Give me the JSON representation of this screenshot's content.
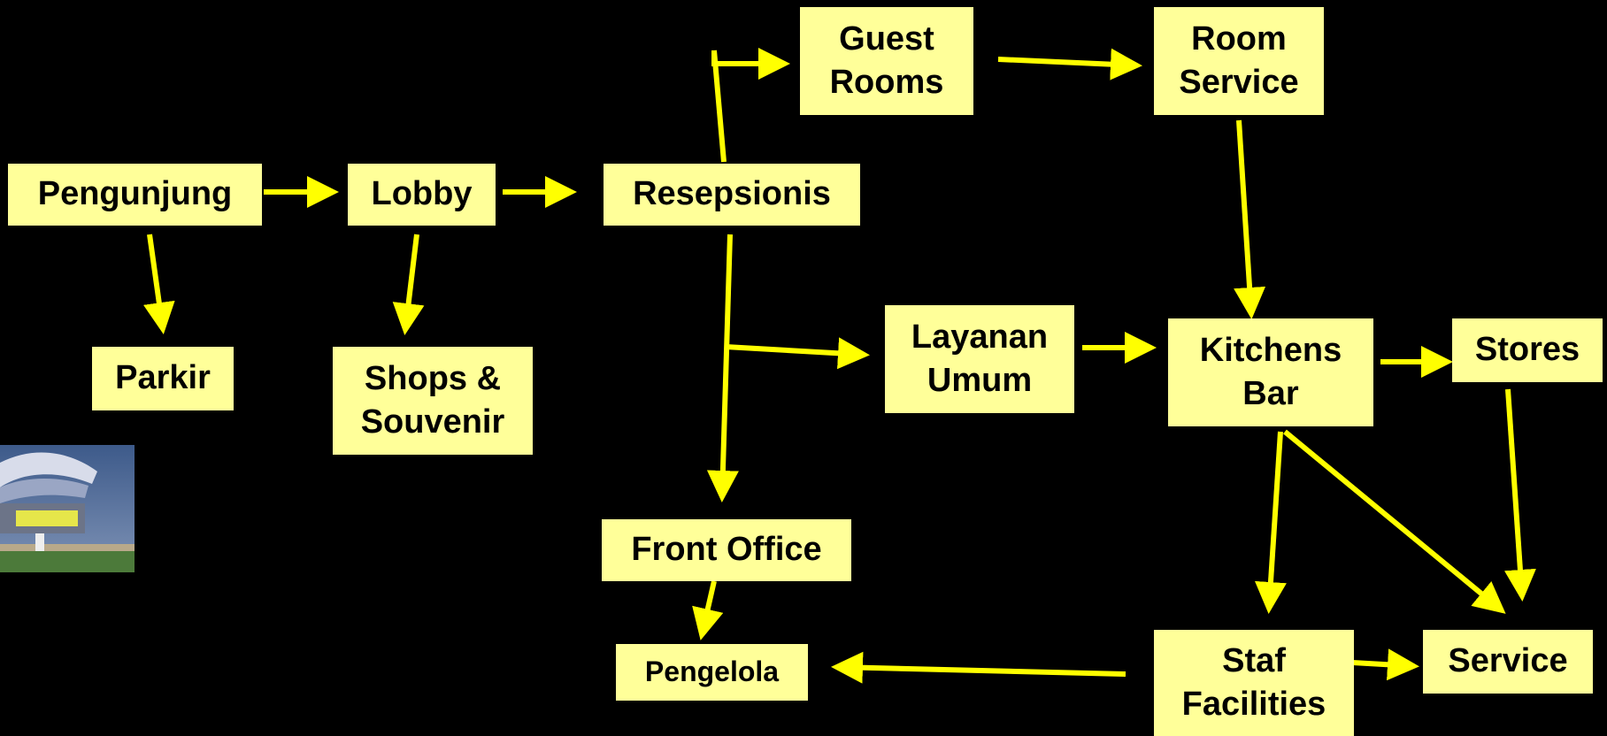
{
  "colors": {
    "background": "#000000",
    "node_fill": "#ffff99",
    "arrow": "#ffff00",
    "text": "#000000"
  },
  "nodes": {
    "pengunjung": "Pengunjung",
    "lobby": "Lobby",
    "resepsionis": "Resepsionis",
    "guest_rooms": "Guest\nRooms",
    "room_service": "Room\nService",
    "parkir": "Parkir",
    "shops_souvenir": "Shops &\nSouvenir",
    "layanan_umum": "Layanan\nUmum",
    "kitchens_bar": "Kitchens\nBar",
    "stores": "Stores",
    "front_office": "Front Office",
    "pengelola": "Pengelola",
    "staf_facilities": "Staf\nFacilities",
    "service": "Service"
  },
  "edges": [
    {
      "from": "pengunjung",
      "to": "lobby"
    },
    {
      "from": "pengunjung",
      "to": "parkir"
    },
    {
      "from": "lobby",
      "to": "resepsionis"
    },
    {
      "from": "lobby",
      "to": "shops_souvenir"
    },
    {
      "from": "resepsionis",
      "to": "guest_rooms"
    },
    {
      "from": "resepsionis",
      "to": "layanan_umum"
    },
    {
      "from": "resepsionis",
      "to": "front_office"
    },
    {
      "from": "guest_rooms",
      "to": "room_service"
    },
    {
      "from": "room_service",
      "to": "kitchens_bar"
    },
    {
      "from": "layanan_umum",
      "to": "kitchens_bar"
    },
    {
      "from": "kitchens_bar",
      "to": "stores"
    },
    {
      "from": "kitchens_bar",
      "to": "staf_facilities"
    },
    {
      "from": "kitchens_bar",
      "to": "service"
    },
    {
      "from": "stores",
      "to": "service"
    },
    {
      "from": "front_office",
      "to": "pengelola"
    },
    {
      "from": "staf_facilities",
      "to": "pengelola"
    },
    {
      "from": "staf_facilities",
      "to": "service"
    }
  ],
  "photo_icon": "building-photo"
}
